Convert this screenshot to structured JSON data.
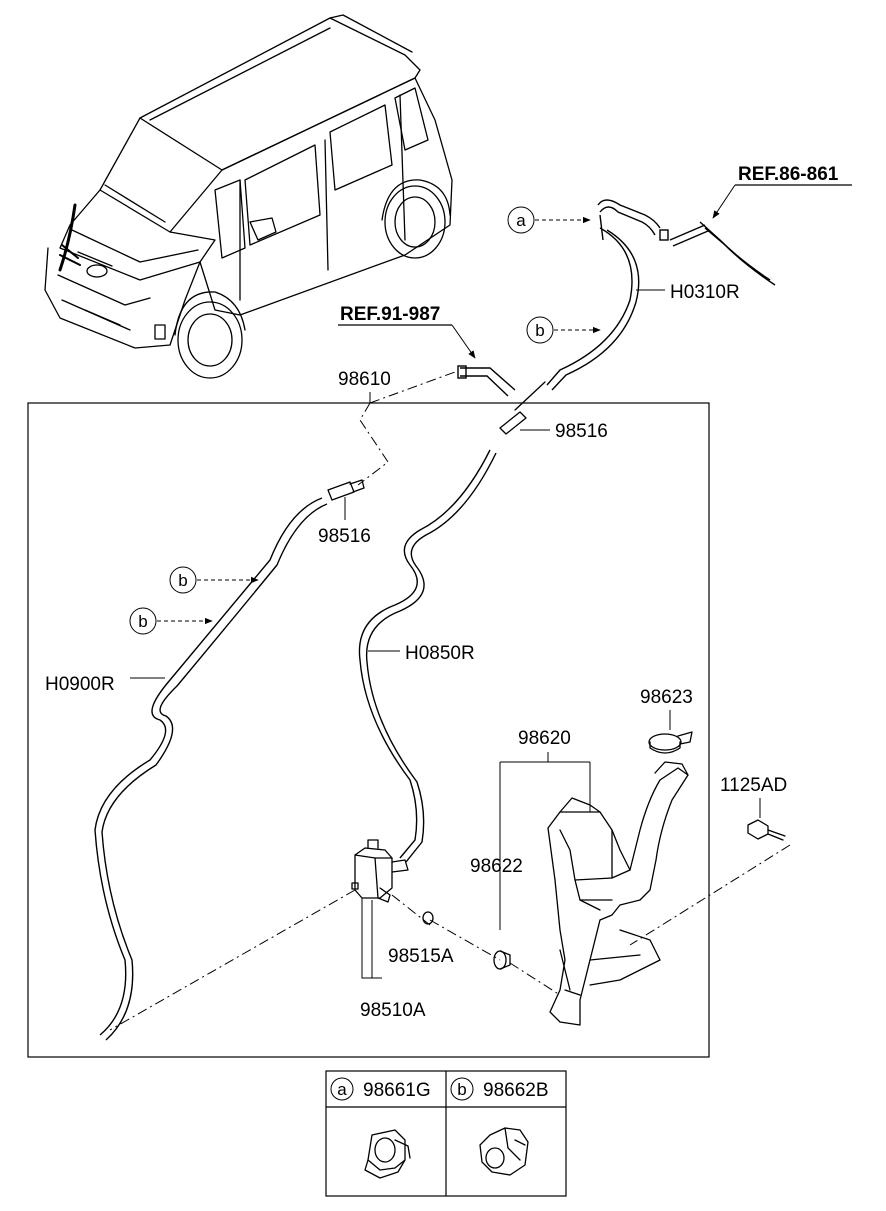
{
  "refs": {
    "ref_86": "REF.86-861",
    "ref_91": "REF.91-987"
  },
  "parts": {
    "h0310r": "H0310R",
    "n98610": "98610",
    "n98516_top": "98516",
    "n98516_left": "98516",
    "h0850r": "H0850R",
    "h0900r": "H0900R",
    "n98623": "98623",
    "n98620": "98620",
    "n1125ad": "1125AD",
    "n98622": "98622",
    "n98515a": "98515A",
    "n98510a": "98510A"
  },
  "callouts": {
    "a": "a",
    "b": "b"
  },
  "legend": {
    "items": [
      {
        "mark": "a",
        "part": "98661G"
      },
      {
        "mark": "b",
        "part": "98662B"
      }
    ]
  }
}
